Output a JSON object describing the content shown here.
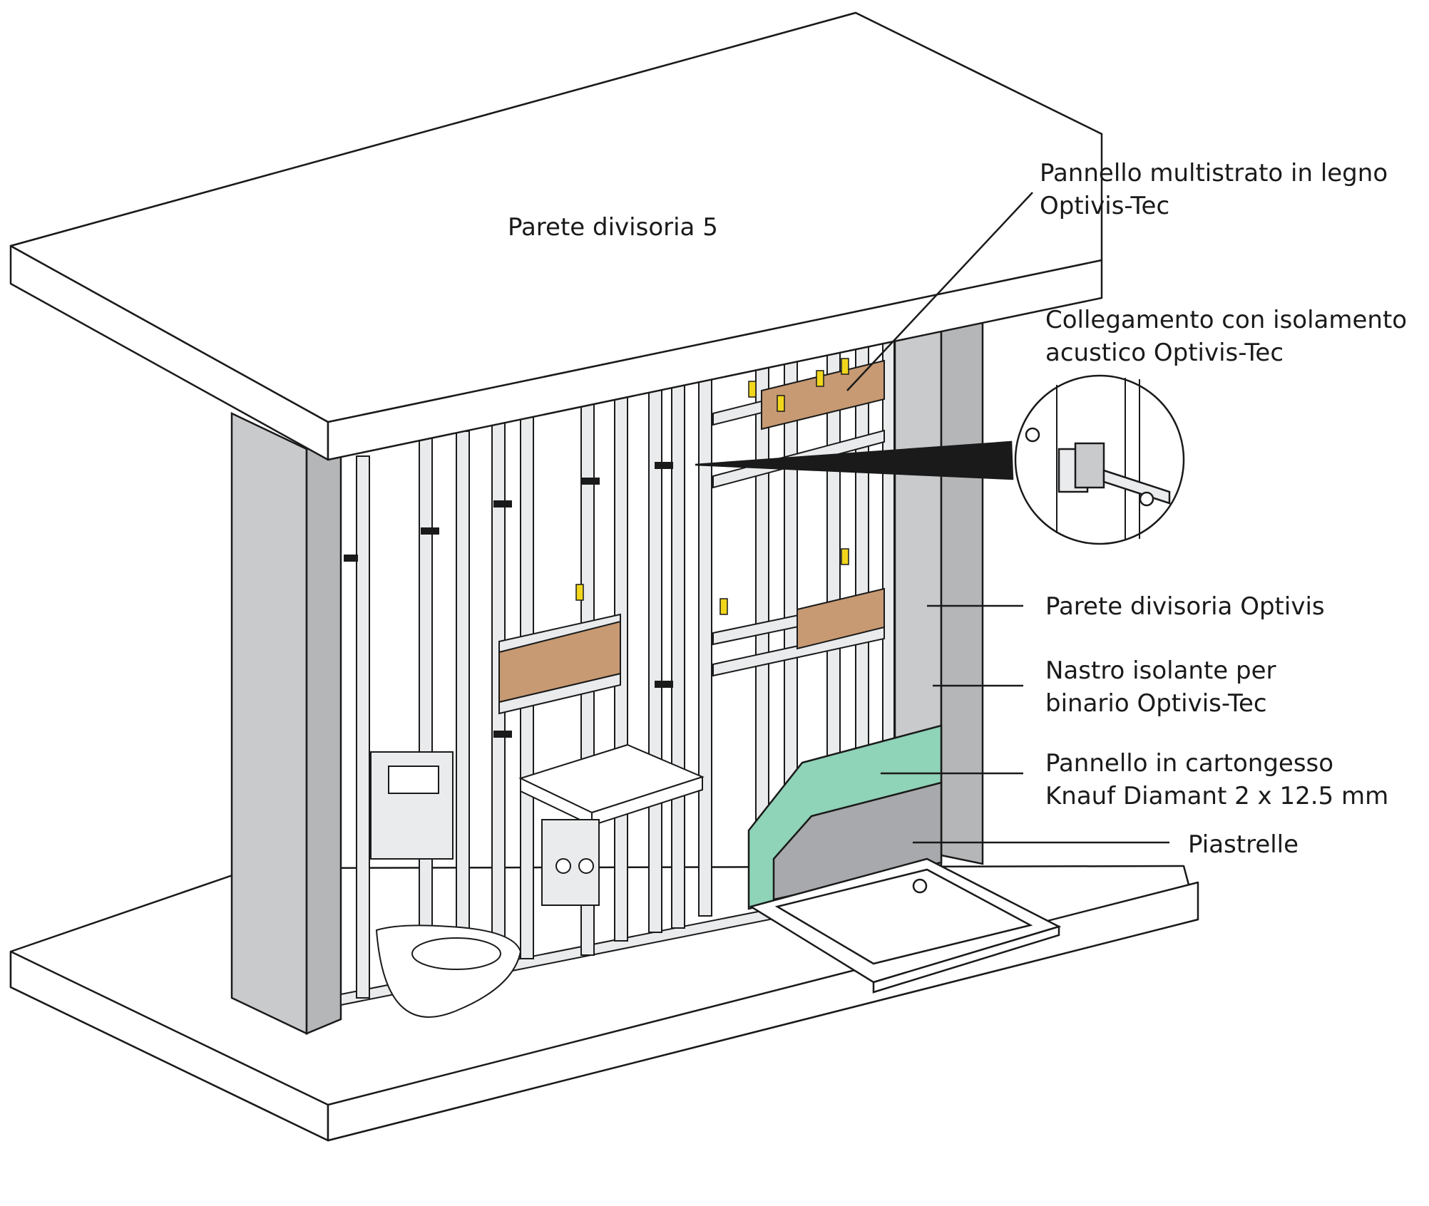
{
  "diagram": {
    "center_label": "Parete divisoria 5",
    "callouts": [
      {
        "id": "wood-panel",
        "lines": [
          "Pannello multistrato in legno",
          "Optivis-Tec"
        ]
      },
      {
        "id": "acoustic-connection",
        "lines": [
          "Collegamento con isolamento",
          "acustico Optivis-Tec"
        ]
      },
      {
        "id": "partition-wall",
        "lines": [
          "Parete divisoria Optivis"
        ]
      },
      {
        "id": "insulating-tape",
        "lines": [
          "Nastro isolante per",
          "binario Optivis-Tec"
        ]
      },
      {
        "id": "plasterboard",
        "lines": [
          "Pannello in cartongesso",
          "Knauf Diamant 2 x 12.5 mm"
        ]
      },
      {
        "id": "tiles",
        "lines": [
          "Piastrelle"
        ]
      }
    ],
    "colors": {
      "outline": "#1a1a1a",
      "frame_metal": "#e9ebec",
      "pillar_gray": "#c9cacc",
      "wood_panel": "#c79a73",
      "plasterboard_green": "#8fd3b8",
      "tiles_gray": "#a7a9ac",
      "accent_yellow": "#f2d61c"
    }
  }
}
